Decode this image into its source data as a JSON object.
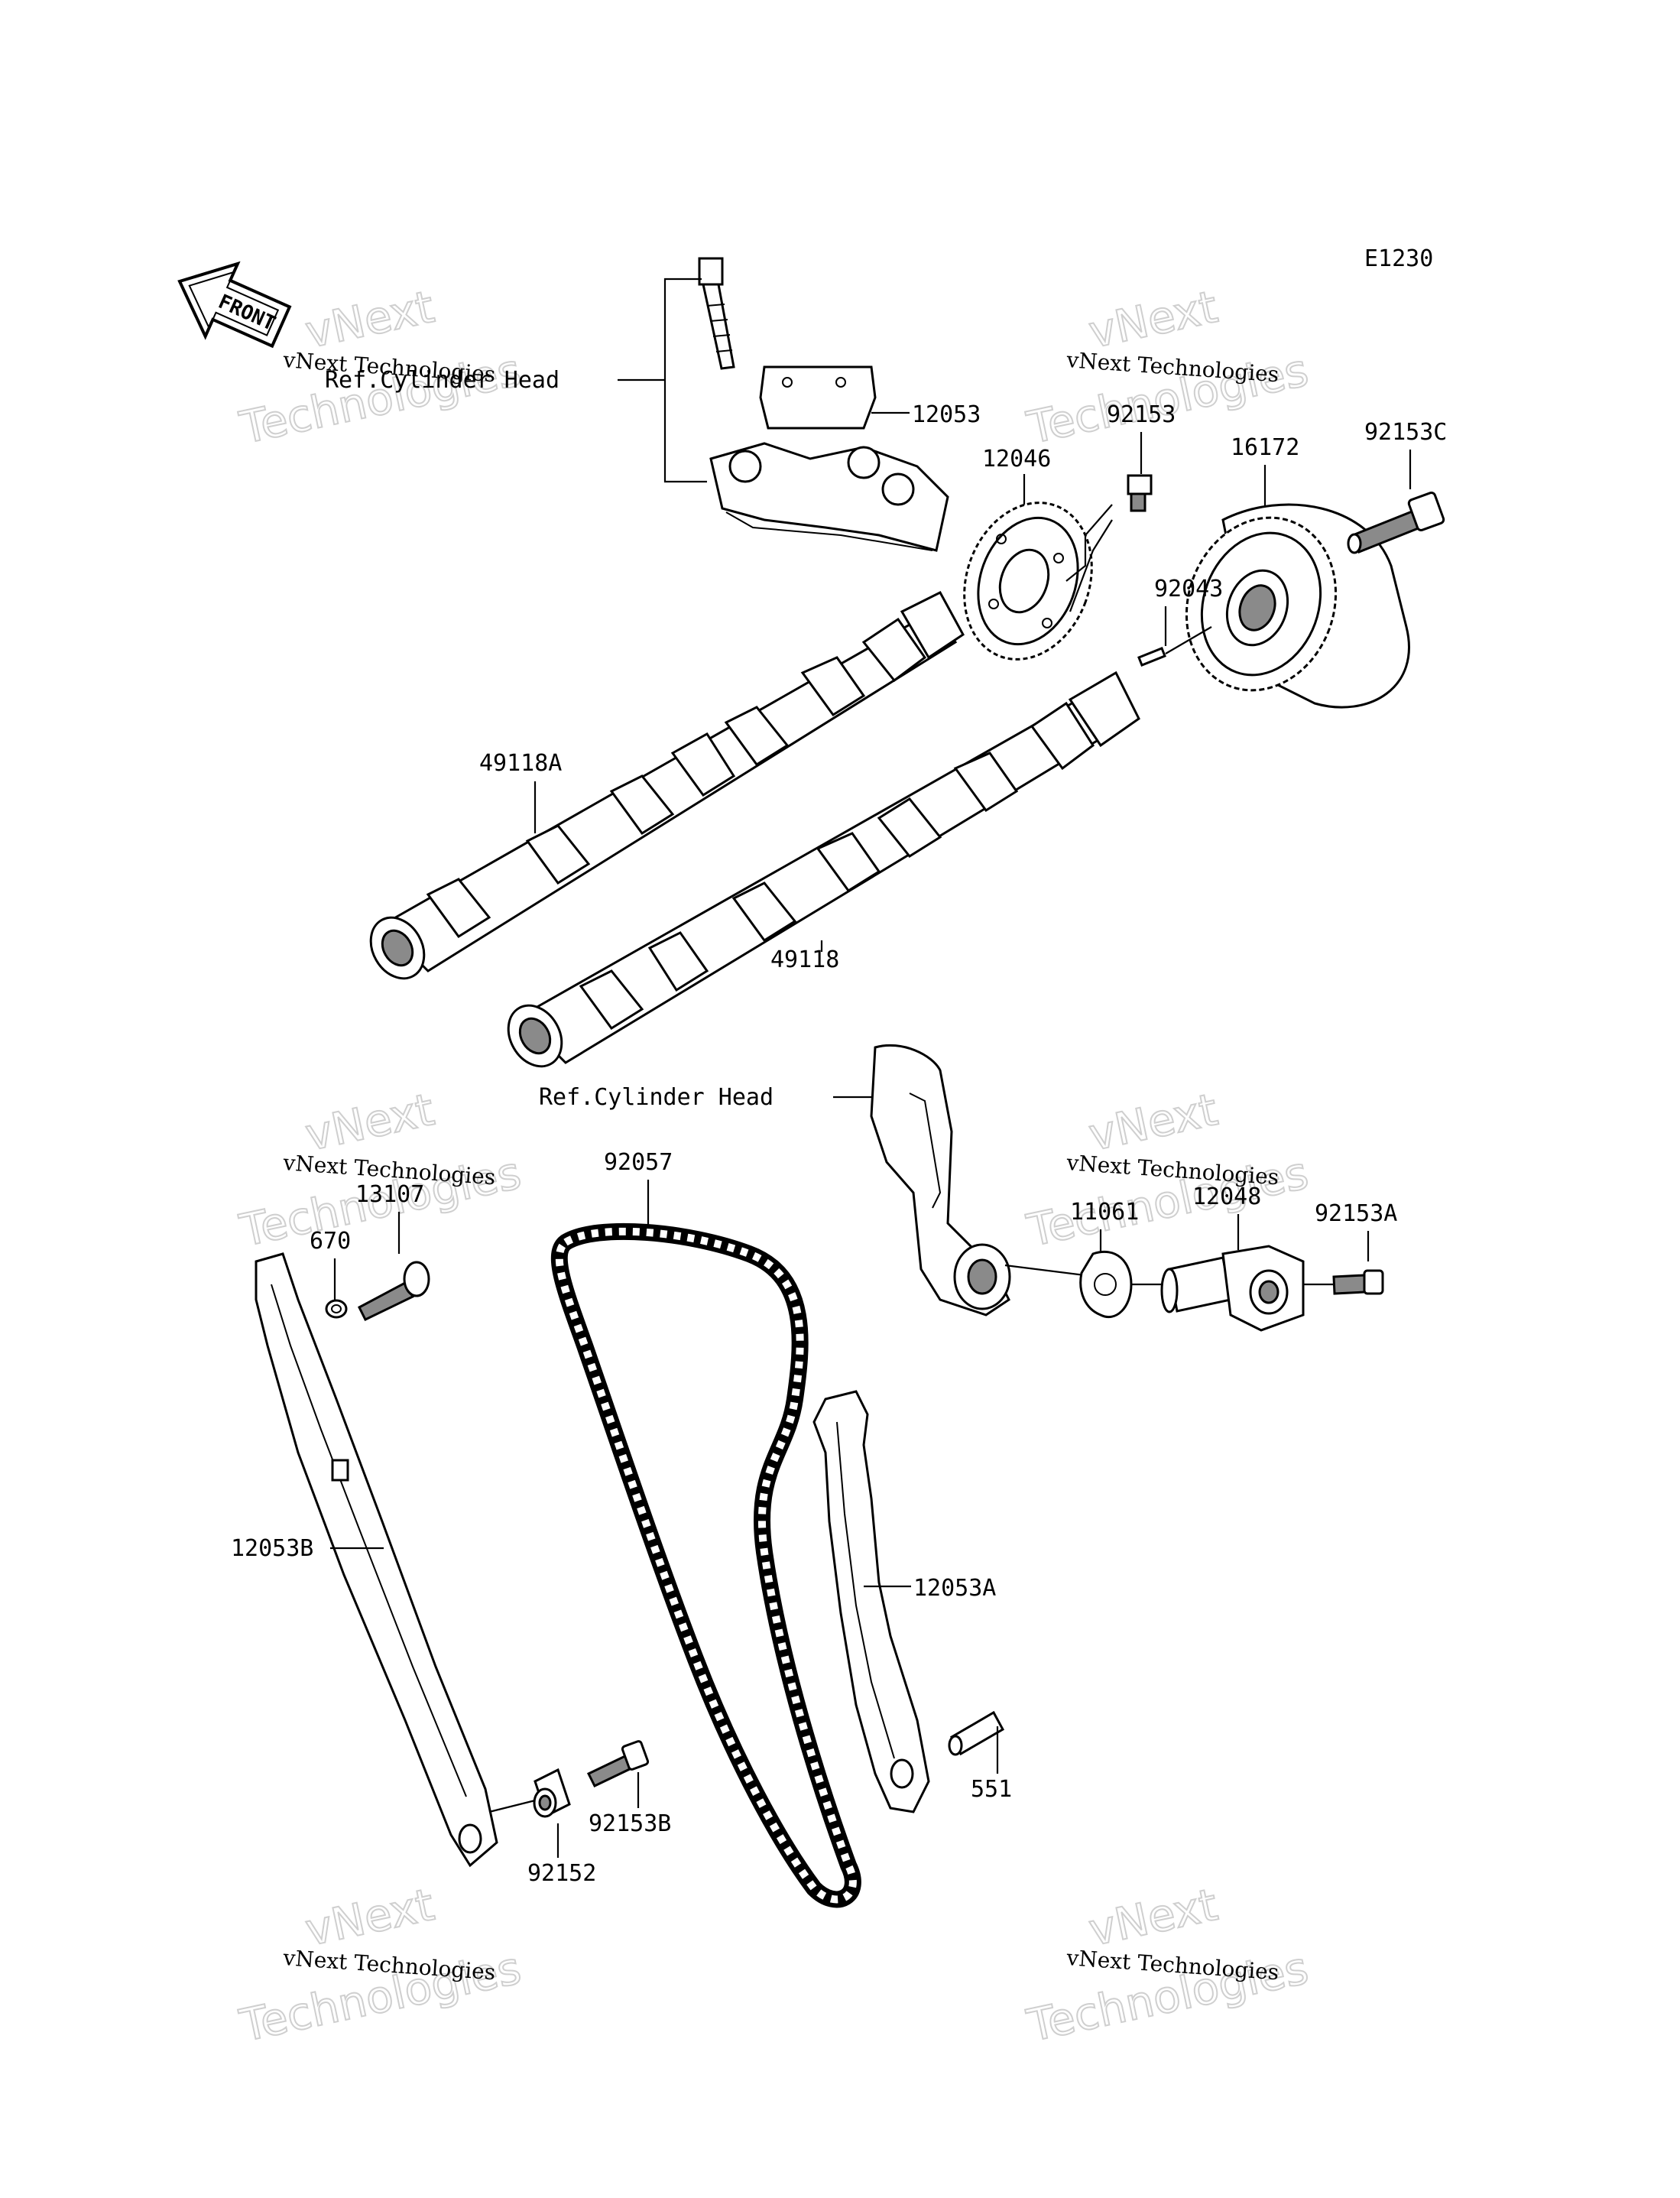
{
  "diagram_code": "E1230",
  "front_label": "FRONT",
  "watermark": {
    "line1": "vNext Technologies",
    "line2": "vNext",
    "line3": "Technologies"
  },
  "labels": {
    "ref_head_top": "Ref.Cylinder Head",
    "ref_head_mid": "Ref.Cylinder Head",
    "p12053": "12053",
    "p12046": "12046",
    "p92153": "92153",
    "p16172": "16172",
    "p92153c": "92153C",
    "p92043": "92043",
    "p49118a": "49118A",
    "p49118": "49118",
    "p92057": "92057",
    "p11061": "11061",
    "p12048": "12048",
    "p92153a": "92153A",
    "p13107": "13107",
    "p670": "670",
    "p12053b": "12053B",
    "p12053a": "12053A",
    "p551": "551",
    "p92153b": "92153B",
    "p92152": "92152"
  }
}
